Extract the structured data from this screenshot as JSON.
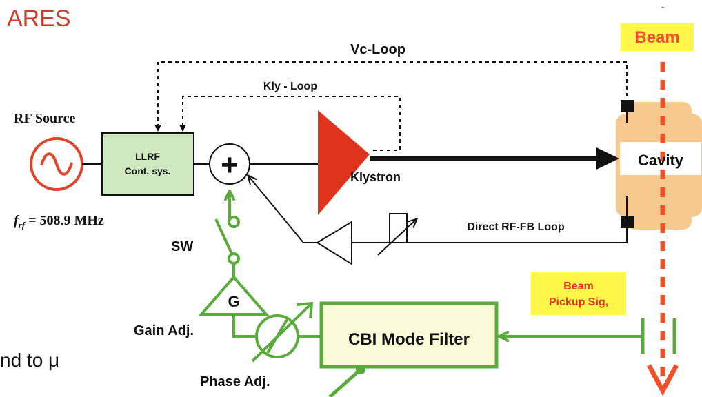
{
  "slide_title": "ARES",
  "cropped_text": "nd to μ",
  "colors": {
    "title": "#c8402a",
    "beam": "#f0502a",
    "beam_label_bg": "#fff64a",
    "cavity": "#f7c98e",
    "klystron": "#e0331d",
    "source_circle": "#e0442a",
    "llrf_fill": "#cfe8c0",
    "feedback_green": "#5aaa3c",
    "filter_fill": "#fbfbd8"
  },
  "labels": {
    "vc_loop": "Vc-Loop",
    "kly_loop": "Kly - Loop",
    "rf_source": "RF  Source",
    "llrf_line1": "LLRF",
    "llrf_line2": "Cont. sys.",
    "summer": "+",
    "klystron": "Klystron",
    "cavity": "Cavity",
    "beam": "Beam",
    "frf": "f",
    "frf_sub": "rf",
    "frf_value": " = 508.9 MHz",
    "direct_fb": "Direct RF-FB Loop",
    "sw": "SW",
    "gain_symbol": "G",
    "gain_adj": "Gain Adj.",
    "phase_adj": "Phase Adj.",
    "cbi_filter": "CBI Mode Filter",
    "pickup_line1": "Beam",
    "pickup_line2": "Pickup Sig,"
  },
  "icons": {
    "rf_source": "sine-wave-icon",
    "phase_shifter": "phase-shifter-icon",
    "amplifier": "triangle-amplifier-icon"
  }
}
